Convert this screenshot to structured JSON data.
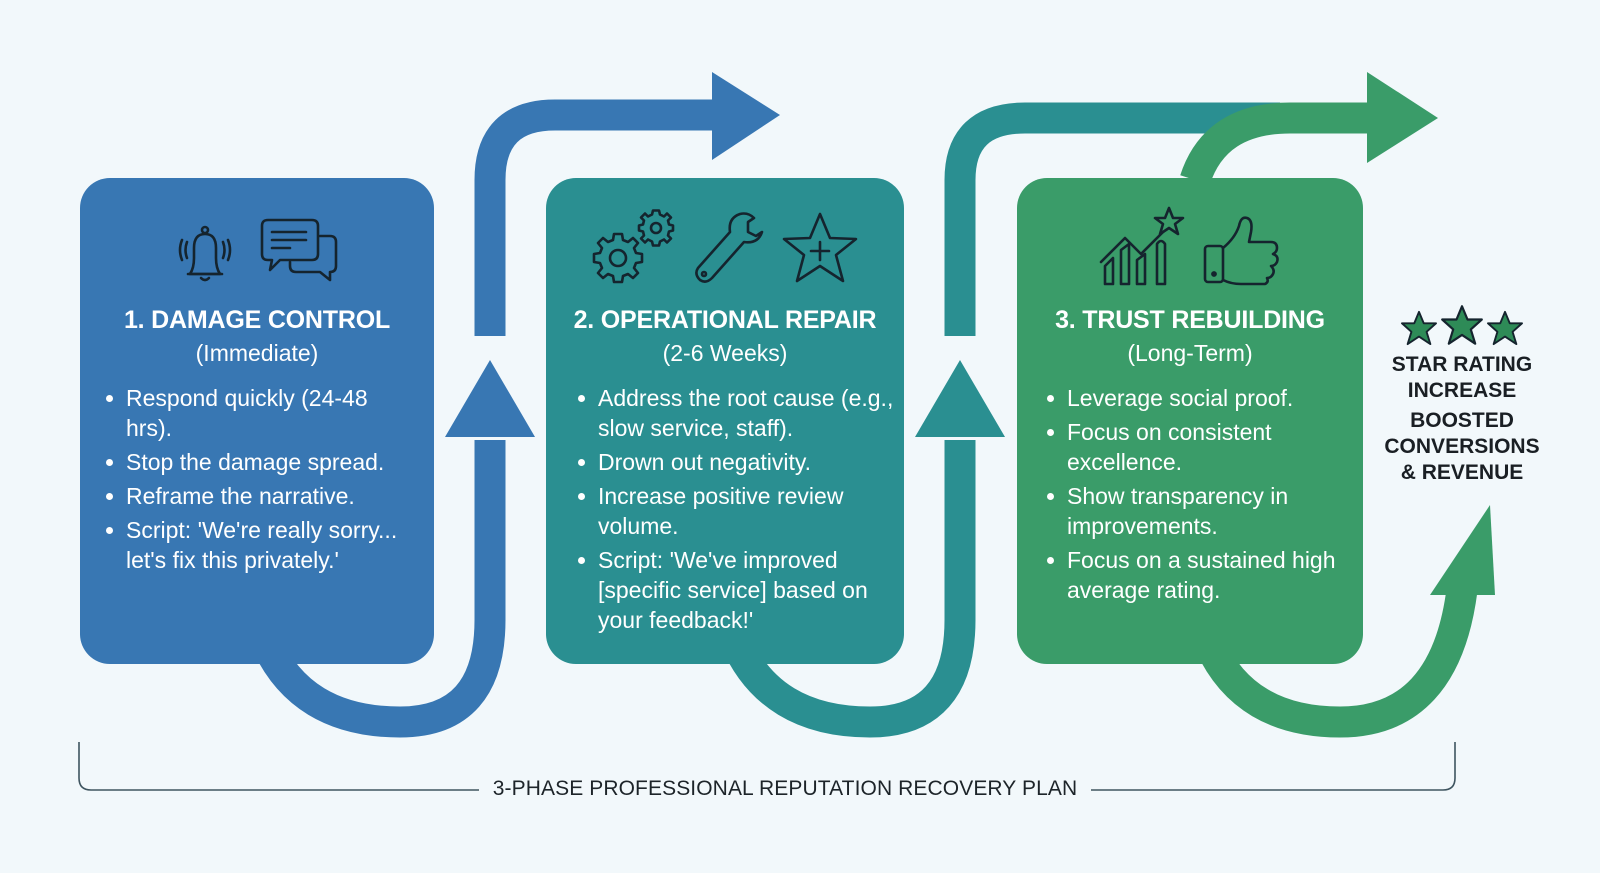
{
  "colors": {
    "background": "#f2f8fb",
    "phase1": "#3877b3",
    "phase2": "#2a8f91",
    "phase3": "#3a9c69",
    "icon_stroke": "#15242e",
    "text_dark": "#1a1f24"
  },
  "phases": [
    {
      "title": "1. DAMAGE CONTROL",
      "subtitle": "(Immediate)",
      "icons": [
        "alert-bell-icon",
        "chat-bubbles-icon"
      ],
      "bullets": [
        "Respond quickly (24-48 hrs).",
        "Stop the damage spread.",
        "Reframe the narrative.",
        "Script: 'We're really sorry... let's fix this privately.'"
      ]
    },
    {
      "title": "2. OPERATIONAL REPAIR",
      "subtitle": "(2-6 Weeks)",
      "icons": [
        "gears-icon",
        "wrench-icon",
        "star-plus-icon"
      ],
      "bullets": [
        "Address the root cause (e.g., slow service, staff).",
        "Drown out negativity.",
        "Increase positive review volume.",
        "Script: 'We've improved [specific service] based on your feedback!'"
      ]
    },
    {
      "title": "3. TRUST REBUILDING",
      "subtitle": "(Long-Term)",
      "icons": [
        "growth-chart-star-icon",
        "thumbs-up-icon"
      ],
      "bullets": [
        "Leverage social proof.",
        "Focus on consistent excellence.",
        "Show transparency in improvements.",
        "Focus on a sustained high average rating."
      ]
    }
  ],
  "outcome": {
    "stars": 3,
    "line1": "STAR RATING INCREASE",
    "line2": "BOOSTED CONVERSIONS & REVENUE"
  },
  "footer": {
    "label": "3-PHASE PROFESSIONAL REPUTATION RECOVERY PLAN"
  }
}
